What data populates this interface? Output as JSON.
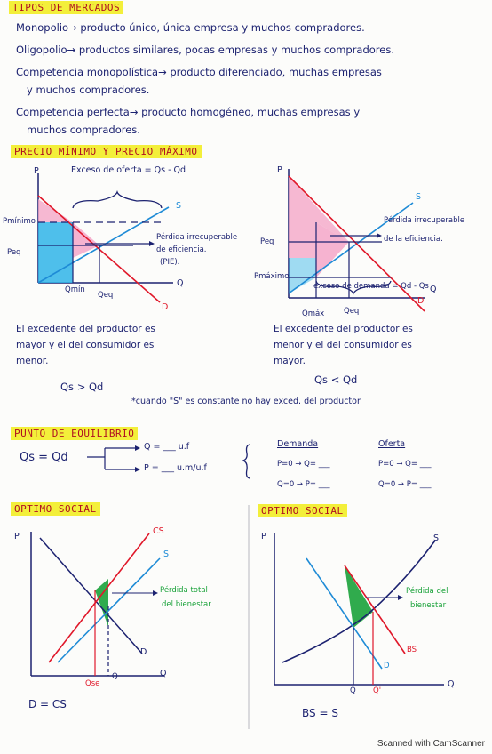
{
  "sections": {
    "markets_title": "TIPOS DE MERCADOS",
    "prices_title": "PRECIO MÍNIMO  Y PRECIO MÁXIMO",
    "equilibrium_title": "PUNTO DE EQUILIBRIO",
    "social_optimum_left_title": "OPTIMO SOCIAL",
    "social_optimum_right_title": "OPTIMO SOCIAL"
  },
  "markets": [
    "Monopolio→ producto único, única empresa y muchos compradores.",
    "Oligopolio→ productos similares, pocas empresas y muchos compradores.",
    "Competencia monopolística→ producto diferenciado, muchas empresas",
    "y muchos compradores.",
    "Competencia perfecta→ producto homogéneo, muchas empresas y",
    "muchos compradores."
  ],
  "price_floor": {
    "heading": "Exceso de oferta = Qs - Qd",
    "p_axis": "P",
    "q_axis": "Q",
    "s_label": "S",
    "d_label": "D",
    "pmin_label": "Pmínimo",
    "peq_label": "Peq",
    "qmin_label": "Qmín",
    "qeq_label": "Qeq",
    "dwl_note_1": "Pérdida irrecuperable",
    "dwl_note_2": "de eficiencia.",
    "dwl_note_3": "(PIE).",
    "conclusion_1": "El excedente del productor es",
    "conclusion_2": "mayor y el del consumidor es",
    "conclusion_3": "menor.",
    "relation": "Qs > Qd"
  },
  "price_ceiling": {
    "p_axis": "P",
    "q_axis": "Q",
    "s_label": "S",
    "d_label": "D",
    "peq_label": "Peq",
    "pmax_label": "Pmáximo",
    "qmax_label": "Qmáx",
    "qeq_label": "Qeq",
    "dwl_note_1": "Pérdida irrecuperable",
    "dwl_note_2": "de la eficiencia.",
    "excess_label": "exceso de demanda = Qd - Qs",
    "conclusion_1": "El excedente del productor es",
    "conclusion_2": "menor y el del consumidor es",
    "conclusion_3": "mayor.",
    "relation": "Qs < Qd"
  },
  "note_constant": "*cuando \"S\" es constante no hay exced. del productor.",
  "equilibrium": {
    "base": "Qs = Qd",
    "branch_q": "Q = ___ u.f",
    "branch_p": "P = ___ u.m/u.f",
    "demand_head": "Demanda",
    "supply_head": "Oferta",
    "demand_row1": "P=0 → Q= ___",
    "demand_row2": "Q=0 → P= ___",
    "supply_row1": "P=0 → Q= ___",
    "supply_row2": "Q=0 → P= ___"
  },
  "social_left": {
    "p_axis": "P",
    "q_axis": "Q",
    "cs_label": "CS",
    "s_label": "S",
    "d_label": "D",
    "qse_label": "Qse",
    "q_label": "Q",
    "note_1": "Pérdida total",
    "note_2": "del bienestar",
    "formula": "D = CS"
  },
  "social_right": {
    "p_axis": "P",
    "q_axis": "Q",
    "s_label": "S",
    "bs_label": "BS",
    "d_label": "D",
    "q_label": "Q",
    "qprime_label": "Q'",
    "note_1": "Pérdida del",
    "note_2": "bienestar",
    "formula": "BS = S"
  },
  "footer": "Scanned with CamScanner",
  "colors": {
    "ink": "#1c2270",
    "highlight": "#f3ef3a",
    "red": "#e0182a",
    "blue_line": "#1e8bd6",
    "pink_fill": "#f4a6c8",
    "cyan_fill": "#2fb4e8",
    "green_fill": "#1aa23a"
  }
}
